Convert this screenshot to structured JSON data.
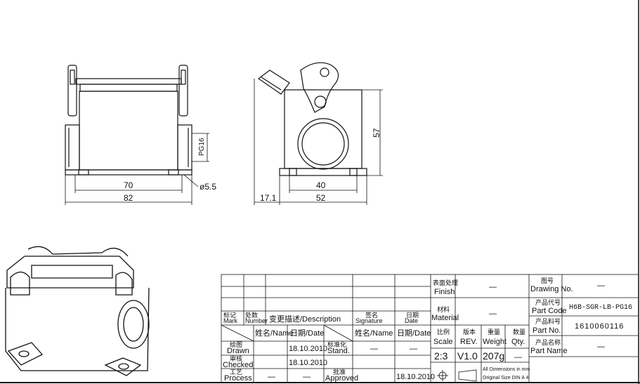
{
  "dimensions": {
    "front_width_inner": "70",
    "front_width_overall": "82",
    "hole_diameter": "ø5.5",
    "thread": "PG16",
    "side_base_width": "40",
    "side_overall": "52",
    "side_offset": "17.1",
    "side_height": "57"
  },
  "title_block": {
    "finish_label_cn": "表面处理",
    "finish_label_en": "Finish",
    "finish_value": "—",
    "material_label_cn": "材料",
    "material_label_en": "Material",
    "material_value": "—",
    "scale_label_cn": "比例",
    "scale_label_en": "Scale",
    "scale_value": "2:3",
    "rev_label_cn": "版本",
    "rev_label_en": "REV.",
    "rev_value": "V1.0",
    "weight_label_cn": "重量",
    "weight_label_en": "Weight",
    "weight_value": "207g",
    "qty_label_cn": "数量",
    "qty_label_en": "Qty.",
    "qty_value": "—",
    "note_line1": "All Dimensions in mm",
    "note_line2": "Original Size DIN A 4",
    "drawing_no_label_cn": "图号",
    "drawing_no_label_en": "Drawing No.",
    "drawing_no_value": "—",
    "part_code_label_cn": "产品代号",
    "part_code_label_en": "Part Code",
    "part_code_value": "H6B-SGR-LB-PG16",
    "part_no_label_cn": "产品料号",
    "part_no_label_en": "Part No.",
    "part_no_value": "1610060116",
    "part_name_label_cn": "产品名称",
    "part_name_label_en": "Part Name",
    "part_name_value": "—",
    "mark_label_cn": "标记",
    "mark_label_en": "Mark",
    "number_label_cn": "处数",
    "number_label_en": "Number",
    "description_label": "变更描述/Description",
    "signature_label_cn": "签名",
    "signature_label_en": "Signature",
    "date_label_cn": "日期",
    "date_label_en": "Date",
    "name_header": "姓名/Name",
    "date_header": "日期/Date",
    "drawn_label_cn": "绘图",
    "drawn_label_en": "Drawn",
    "drawn_date": "18.10.2010",
    "stand_label_cn": "标准化",
    "stand_label_en": "Stand.",
    "stand_name": "—",
    "stand_date": "—",
    "checked_label_cn": "审核",
    "checked_label_en": "Checked",
    "checked_date": "18.10.2010",
    "process_label_cn": "工艺",
    "process_label_en": "Process",
    "process_name": "—",
    "process_date": "—",
    "approved_label_cn": "批准",
    "approved_label_en": "Approved",
    "approved_date": "18.10.2010"
  }
}
